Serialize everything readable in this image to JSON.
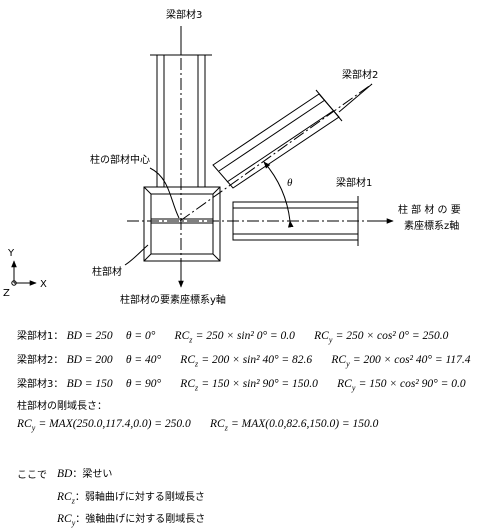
{
  "labels": {
    "member3": "梁部材3",
    "member2": "梁部材2",
    "member1": "梁部材1",
    "column_center": "柱の部材中心",
    "column_member": "柱部材",
    "theta": "θ",
    "z_axis_line1": "柱 部 材 の 要",
    "z_axis_line2": "素座標系z軸",
    "y_axis": "柱部材の要素座標系y軸",
    "axis_y": "Y",
    "axis_z": "Z",
    "axis_x": "X"
  },
  "equations": [
    {
      "label": "梁部材1：",
      "bd": "BD = 250",
      "theta": "θ = 0°",
      "rcz": "= 250 × sin² 0° = 0.0",
      "rcy": "= 250 × cos² 0° = 250.0"
    },
    {
      "label": "梁部材2：",
      "bd": "BD = 200",
      "theta": "θ = 40°",
      "rcz": "= 200 × sin² 40° = 82.6",
      "rcy": "= 200 × cos² 40° = 117.4"
    },
    {
      "label": "梁部材3：",
      "bd": "BD = 150",
      "theta": "θ = 90°",
      "rcz": "= 150 × sin² 90° = 150.0",
      "rcy": "= 150 × cos² 90° = 0.0"
    }
  ],
  "rigid_title": "柱部材の剛域長さ：",
  "rigid": {
    "rcy": "= MAX(250.0,117.4,0.0) = 250.0",
    "rcz": "= MAX(0.0,82.6,150.0) = 150.0"
  },
  "definitions": {
    "intro": "ここで",
    "bd_sym": "BD",
    "bd_desc": "：梁せい",
    "rcz_desc": "：弱軸曲げに対する剛域長さ",
    "rcy_desc": "：強軸曲げに対する剛域長さ"
  }
}
